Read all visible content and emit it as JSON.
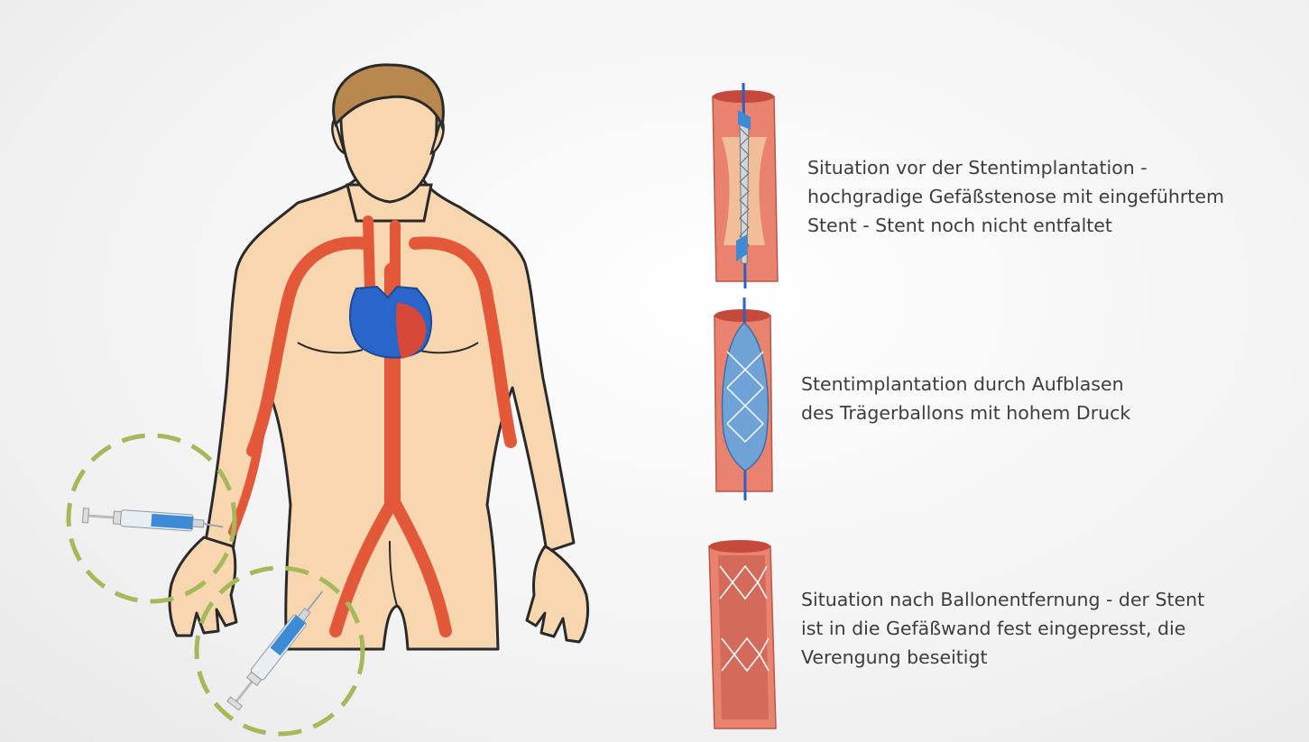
{
  "stages": [
    {
      "id": "before",
      "lines": [
        "Situation vor der Stentimplantation -",
        "hochgradige Gefäßstenose mit eingeführtem",
        "Stent - Stent noch nicht entfaltet"
      ]
    },
    {
      "id": "inflation",
      "lines": [
        "Stentimplantation durch Aufblasen",
        "des Trägerballons mit hohem Druck"
      ]
    },
    {
      "id": "after",
      "lines": [
        "Situation nach Ballonentfernung - der Stent",
        "ist in die Gefäßwand fest eingepresst, die",
        "Verengung beseitigt"
      ]
    }
  ],
  "colors": {
    "skin": "#f8d7b0",
    "outline": "#2a2a2a",
    "artery": "#e4583a",
    "heart_blue": "#2a66c9",
    "heart_red": "#d8483a",
    "hair": "#b9884e",
    "access_circle": "#a6b95a",
    "vessel_wall": "#e9826e",
    "vessel_inner": "#c64a3c",
    "guidewire": "#2f5fc4",
    "balloon": "#6fa2d6",
    "text": "#3d3d3d"
  },
  "icons": [
    "syringe-icon",
    "heart-icon",
    "stent-icon",
    "balloon-icon"
  ]
}
